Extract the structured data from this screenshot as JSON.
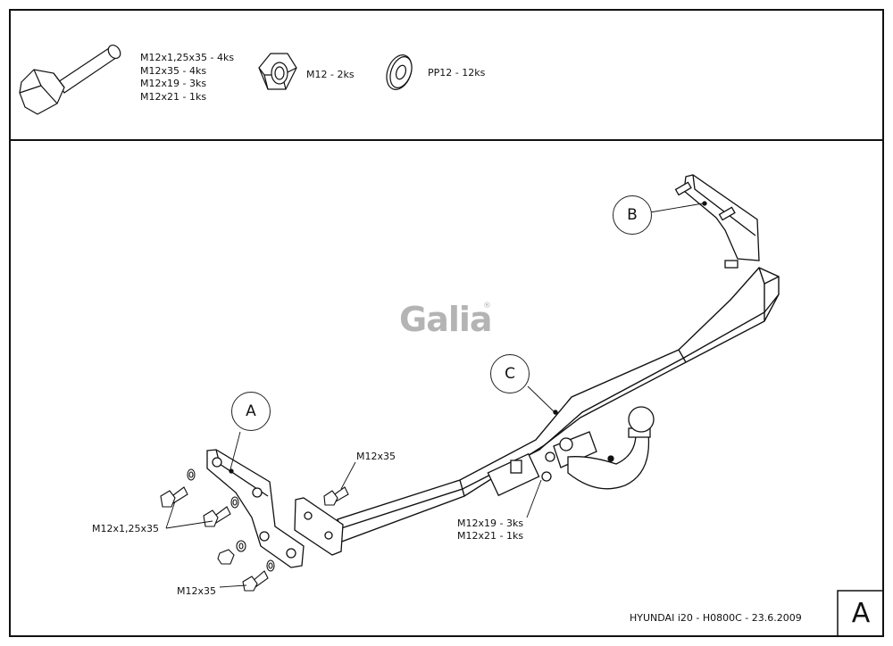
{
  "parts_list": {
    "bolts": [
      "M12x1,25x35 - 4ks",
      "M12x35 - 4ks",
      "M12x19 - 3ks",
      "M12x21 - 1ks"
    ],
    "nut": "M12 - 2ks",
    "washer": "PP12 - 12ks"
  },
  "callouts": {
    "a": "A",
    "b": "B",
    "c": "C"
  },
  "labels": {
    "bolt_top": "M12x35",
    "bolt_left": "M12x1,25x35",
    "bolt_bottom_left": "M12x35",
    "tow_bolts_1": "M12x19 - 3ks",
    "tow_bolts_2": "M12x21 - 1ks"
  },
  "logo": {
    "text": "Galia",
    "mark": "®"
  },
  "title_block": {
    "caption": "HYUNDAI i20 - H0800C - 23.6.2009",
    "sheet": "A"
  }
}
